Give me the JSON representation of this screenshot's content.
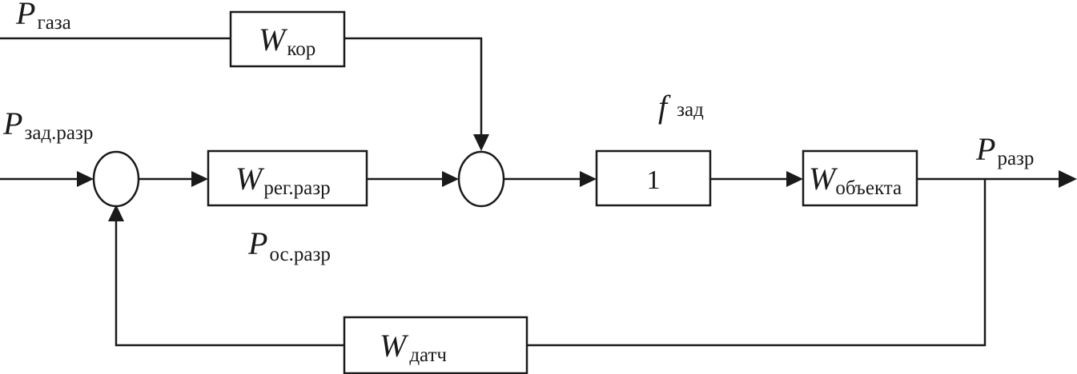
{
  "diagram": {
    "blocks": {
      "w_kor": {
        "symbol": "W",
        "subscript": "кор"
      },
      "w_reg_razr": {
        "symbol": "W",
        "subscript": "рег.разр"
      },
      "unity": {
        "text": "1"
      },
      "w_obekta": {
        "symbol": "W",
        "subscript": "объекта"
      },
      "w_datch": {
        "symbol": "W",
        "subscript": "датч"
      }
    },
    "signals": {
      "p_gaza": {
        "symbol": "P",
        "subscript": "газа"
      },
      "p_zad_razr": {
        "symbol": "P",
        "subscript": "зад.разр"
      },
      "f_zad": {
        "symbol": "f",
        "subscript": "зад"
      },
      "p_razr": {
        "symbol": "P",
        "subscript": "разр"
      },
      "p_os_razr": {
        "symbol": "P",
        "subscript": "ос.разр"
      }
    }
  }
}
